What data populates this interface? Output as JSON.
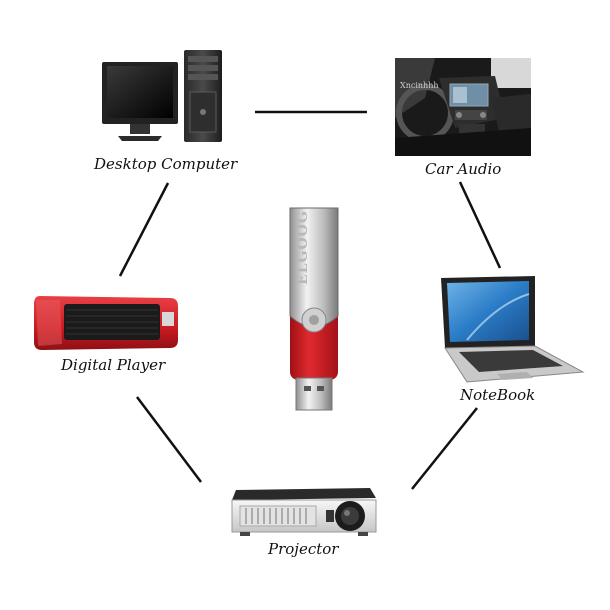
{
  "devices": {
    "desktop": {
      "label": "Desktop Computer",
      "icon": "desktop-computer-icon"
    },
    "car_audio": {
      "label": "Car Audio",
      "icon": "car-dashboard-icon",
      "watermark": "Xncinhhh"
    },
    "digital_player": {
      "label": "Digital Player",
      "icon": "portable-speaker-icon"
    },
    "notebook": {
      "label": "NoteBook",
      "icon": "laptop-icon"
    },
    "projector": {
      "label": "Projector",
      "icon": "projector-icon"
    }
  },
  "usb_drive": {
    "icon": "usb-flash-drive-icon",
    "brand_text": "ELGOOG"
  },
  "colors": {
    "usb_body": "#d81e22",
    "usb_metal": "#c9c9c9",
    "speaker_body": "#cc1f25",
    "line": "#111111"
  }
}
